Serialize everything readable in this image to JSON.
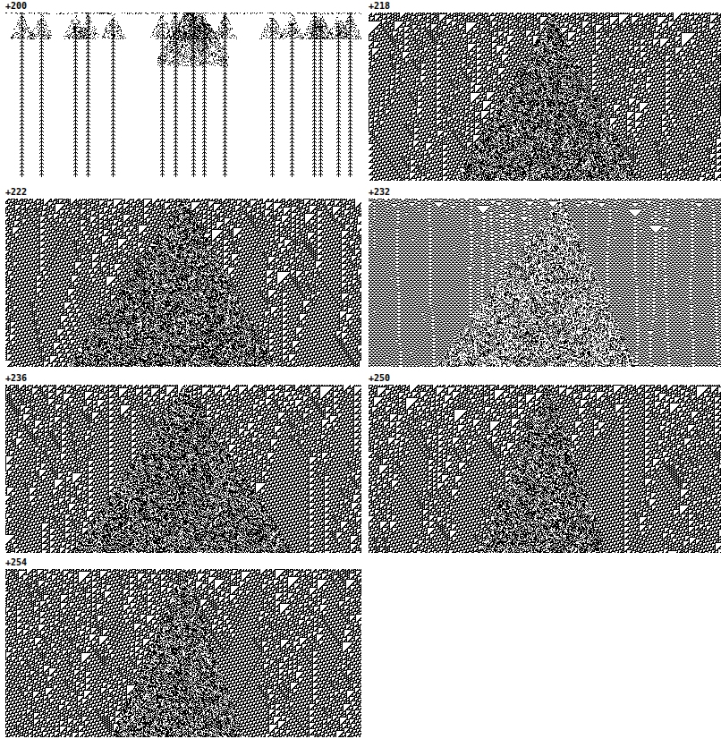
{
  "diagram": {
    "labels": [
      "+200",
      "+218",
      "+222",
      "+232",
      "+236",
      "+250",
      "+254"
    ]
  }
}
